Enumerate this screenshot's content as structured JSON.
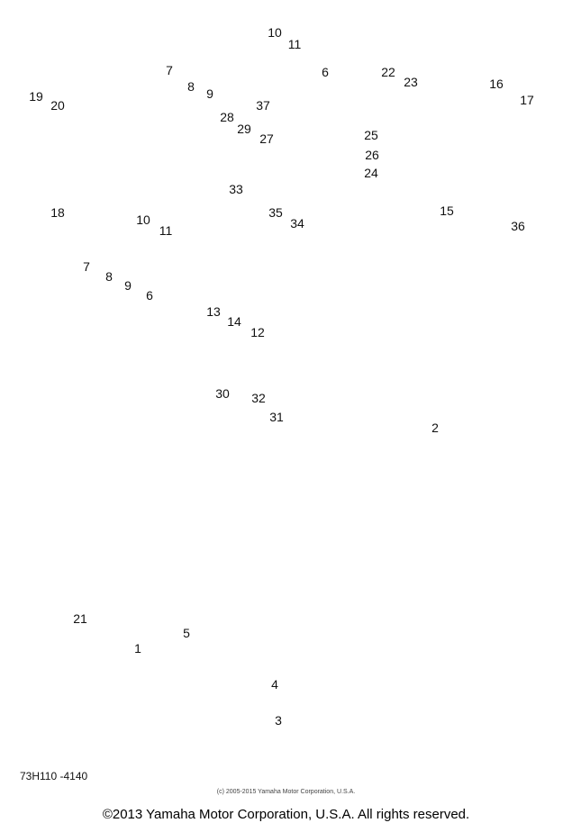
{
  "diagram": {
    "part_code": "73H110 -4140",
    "footer_small": "(c) 2005-2015 Yamaha Motor Corporation, U.S.A.",
    "footer_copyright": "©2013 Yamaha Motor Corporation, U.S.A. All rights reserved.",
    "callouts": [
      "19",
      "20",
      "18",
      "7",
      "8",
      "9",
      "10",
      "11",
      "37",
      "6",
      "28",
      "29",
      "27",
      "22",
      "23",
      "16",
      "17",
      "25",
      "26",
      "24",
      "33",
      "35",
      "34",
      "15",
      "36",
      "10",
      "11",
      "7",
      "8",
      "9",
      "6",
      "13",
      "14",
      "12",
      "30",
      "32",
      "31",
      "2",
      "21",
      "1",
      "5",
      "4",
      "3"
    ]
  }
}
